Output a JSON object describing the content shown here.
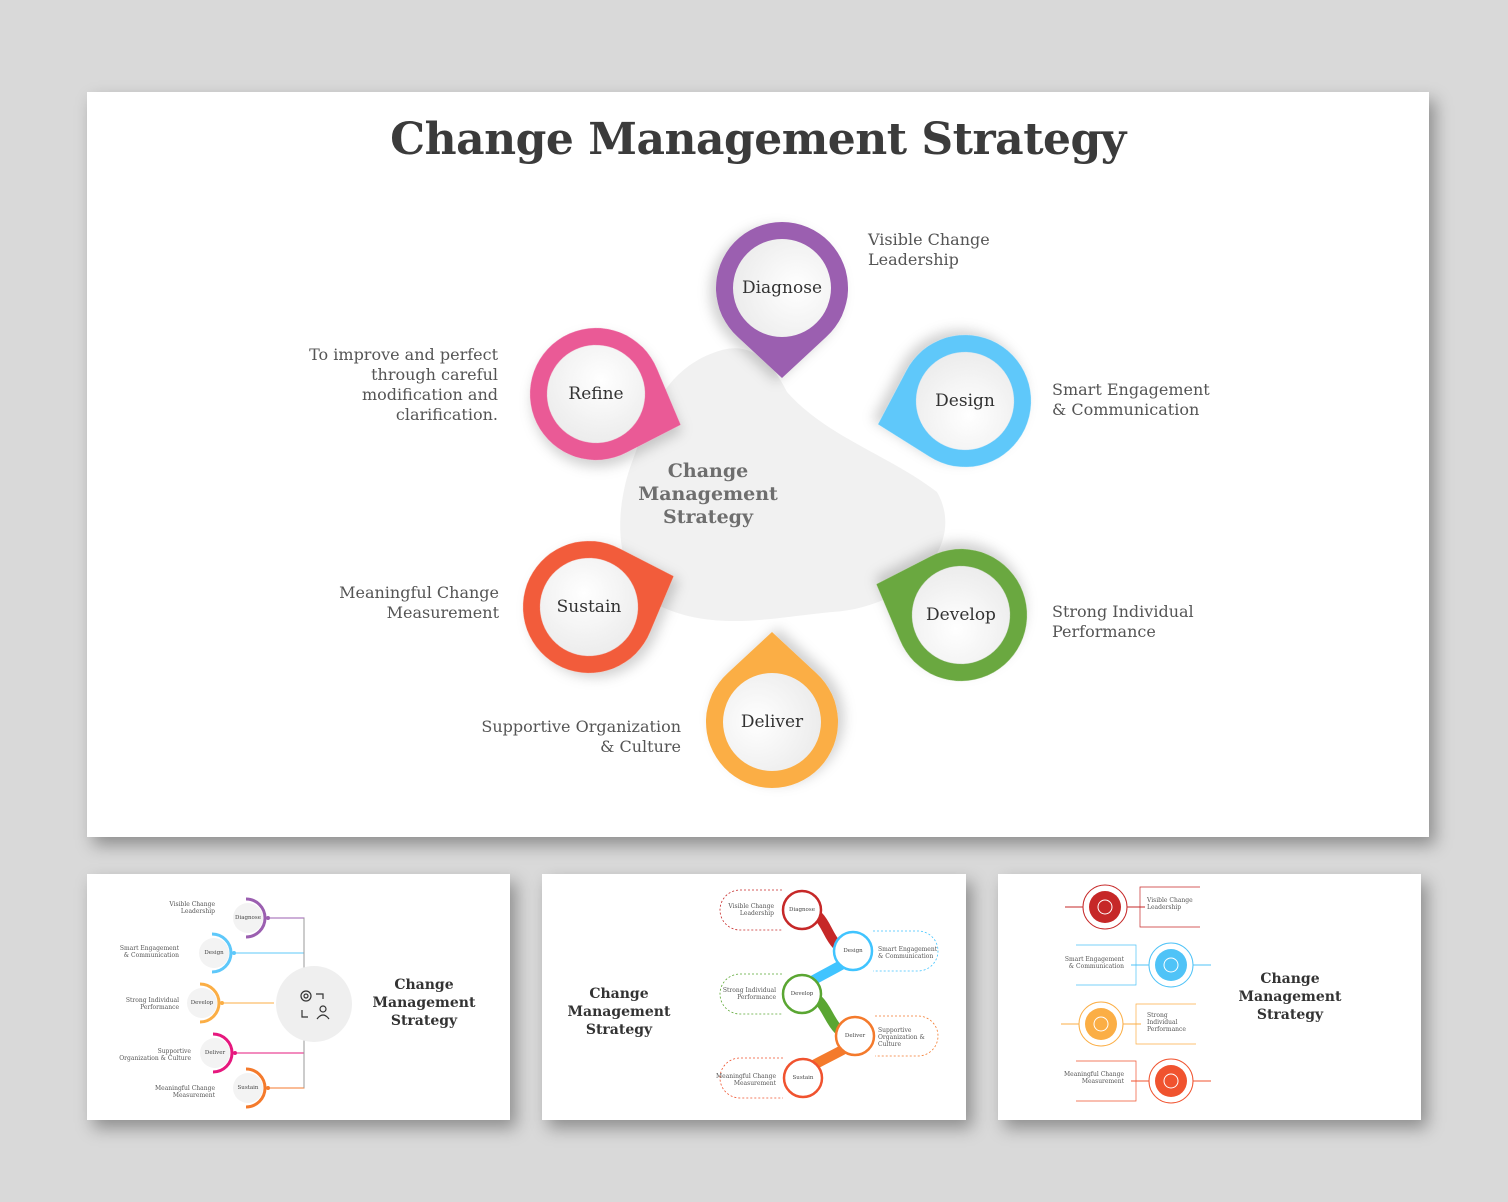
{
  "main_slide": {
    "title": "Change Management Strategy",
    "center_label": "Change\nManagement\nStrategy",
    "steps": [
      {
        "label": "Diagnose",
        "description": "Visible Change\nLeadership",
        "color": "#9b5fb0"
      },
      {
        "label": "Design",
        "description": "Smart Engagement\n& Communication",
        "color": "#5ec8fa"
      },
      {
        "label": "Develop",
        "description": "Strong Individual\nPerformance",
        "color": "#6aa83f"
      },
      {
        "label": "Deliver",
        "description": "Supportive Organization\n& Culture",
        "color": "#fbae45"
      },
      {
        "label": "Sustain",
        "description": "Meaningful Change\nMeasurement",
        "color": "#f25c3a"
      },
      {
        "label": "Refine",
        "description": "To improve and perfect\nthrough careful\nmodification and\nclarification.",
        "color": "#ea5a96"
      }
    ]
  },
  "thumbnails": [
    {
      "title": "Change\nManagement\nStrategy",
      "nodes": [
        {
          "label": "Diagnose",
          "description": "Visible Change\nLeadership",
          "color": "#9b5fb0"
        },
        {
          "label": "Design",
          "description": "Smart Engagement\n& Communication",
          "color": "#5ec8fa"
        },
        {
          "label": "Develop",
          "description": "Strong Individual\nPerformance",
          "color": "#fbae45"
        },
        {
          "label": "Deliver",
          "description": "Supportive\nOrganization & Culture",
          "color": "#e6187e"
        },
        {
          "label": "Sustain",
          "description": "Meaningful Change\nMeasurement",
          "color": "#f47a2c"
        }
      ]
    },
    {
      "title": "Change Management\nStrategy",
      "nodes": [
        {
          "label": "Diagnose",
          "description": "Visible Change\nLeadership",
          "color": "#c62828"
        },
        {
          "label": "Design",
          "description": "Smart Engagement\n& Communication",
          "color": "#40c4ff"
        },
        {
          "label": "Develop",
          "description": "Strong Individual\nPerformance",
          "color": "#5aa632"
        },
        {
          "label": "Deliver",
          "description": "Supportive\nOrganization &\nCulture",
          "color": "#f47a2c"
        },
        {
          "label": "Sustain",
          "description": "Meaningful Change\nMeasurement",
          "color": "#f0532f"
        }
      ]
    },
    {
      "title": "Change\nManagement\nStrategy",
      "nodes": [
        {
          "description": "Visible Change\nLeadership",
          "color": "#c62828",
          "icon": "hierarchy-icon"
        },
        {
          "description": "Smart Engagement\n& Communication",
          "color": "#4fc3f7",
          "icon": "document-icon"
        },
        {
          "description": "Strong\nIndividual\nPerformance",
          "color": "#fbae45",
          "icon": "target-icon"
        },
        {
          "description": "Meaningful Change\nMeasurement",
          "color": "#f0532f",
          "icon": "signal-icon"
        }
      ]
    }
  ]
}
